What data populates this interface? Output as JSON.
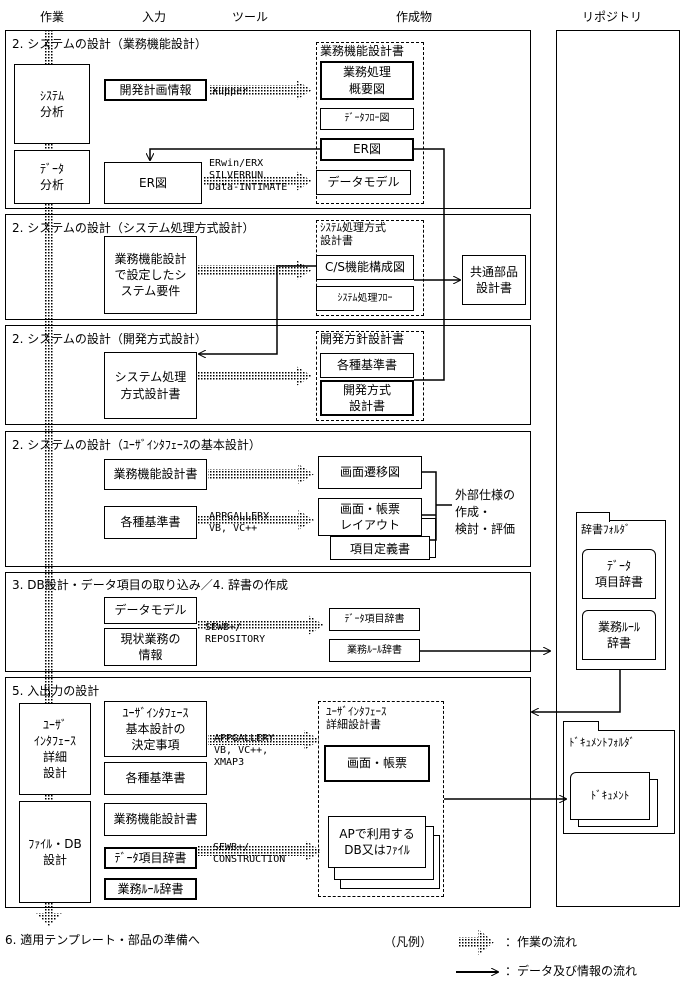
{
  "headers": {
    "work": "作業",
    "input": "入力",
    "tool": "ツール",
    "output": "作成物",
    "repository": "リポジトリ"
  },
  "sections": [
    {
      "title": "2. システムの設計（業務機能設計）"
    },
    {
      "title": "2. システムの設計（システム処理方式設計）"
    },
    {
      "title": "2. システムの設計（開発方式設計）"
    },
    {
      "title": "2. システムの設計（ﾕｰｻﾞｲﾝﾀﾌｪｰｽの基本設計）"
    },
    {
      "title": "3. DB設計・データ項目の取り込み／4. 辞書の作成"
    },
    {
      "title": "5. 入出力の設計"
    }
  ],
  "work_items": {
    "system_analysis": "ｼｽﾃﾑ\n分析",
    "data_analysis": "ﾃﾞｰﾀ\n分析",
    "ui_detail": "ﾕｰｻﾞ\nｲﾝﾀﾌｪｰｽ\n詳細\n設計",
    "file_db": "ﾌｧｲﾙ・DB\n設計"
  },
  "inputs": {
    "dev_plan": "開発計画情報",
    "er": "ER図",
    "sys_req": "業務機能設計\nで設定したシ\nステム要件",
    "proc_doc": "システム処理\n方式設計書",
    "func_doc": "業務機能設計書",
    "standards": "各種基準書",
    "data_model": "データモデル",
    "current_info": "現状業務の\n情報",
    "ui_decisions": "ﾕｰｻﾞｲﾝﾀﾌｪｰｽ\n基本設計の\n決定事項",
    "standards2": "各種基準書",
    "func_doc2": "業務機能設計書",
    "data_dict": "ﾃﾞｰﾀ項目辞書",
    "rule_dict": "業務ﾙｰﾙ辞書"
  },
  "tools": {
    "xupper": "Xupper",
    "er_tools": "ERwin/ERX\nSILVERRUN\nData-INTIMATE",
    "appgallery": "APPGALLERY\nVB, VC++",
    "sewb_repo": "SEWB+/\nREPOSITORY",
    "appgallery2": "APPGALLERY\nVB, VC++,\nXMAP3",
    "sewb_const": "SEWB+/\nCONSTRUCTION"
  },
  "outputs": {
    "func_doc_title": "業務機能設計書",
    "overview": "業務処理\n概要図",
    "dfd": "ﾃﾞｰﾀﾌﾛｰ図",
    "er": "ER図",
    "data_model": "データモデル",
    "proc_title": "ｼｽﾃﾑ処理方式\n設計書",
    "cs": "C/S機能構成図",
    "proc_flow": "ｼｽﾃﾑ処理ﾌﾛｰ",
    "common": "共通部品\n設計書",
    "dev_title": "開発方針設計書",
    "standards": "各種基準書",
    "dev_method": "開発方式\n設計書",
    "screen_trans": "画面遷移図",
    "layout": "画面・帳票\nレイアウト",
    "item_def": "項目定義書",
    "external_spec": "外部仕様の\n作成・\n検討・評価",
    "data_dict": "ﾃﾞｰﾀ項目辞書",
    "rule_dict": "業務ﾙｰﾙ辞書",
    "ui_detail_title": "ﾕｰｻﾞｲﾝﾀﾌｪｰｽ\n詳細設計書",
    "screen_form": "画面・帳票",
    "ap_db": "APで利用する\nDB又はﾌｧｲﾙ"
  },
  "repository": {
    "dict_folder": "辞書ﾌｫﾙﾀﾞ",
    "data_dict": "ﾃﾞｰﾀ\n項目辞書",
    "rule_dict": "業務ﾙｰﾙ\n辞書",
    "doc_folder": "ﾄﾞｷｭﾒﾝﾄﾌｫﾙﾀﾞ",
    "doc": "ﾄﾞｷｭﾒﾝﾄ"
  },
  "footer": {
    "next_step": "6. 適用テンプレート・部品の準備へ",
    "legend_title": "（凡例）",
    "legend_work": "：作業の流れ",
    "legend_data": "：データ及び情報の流れ"
  }
}
